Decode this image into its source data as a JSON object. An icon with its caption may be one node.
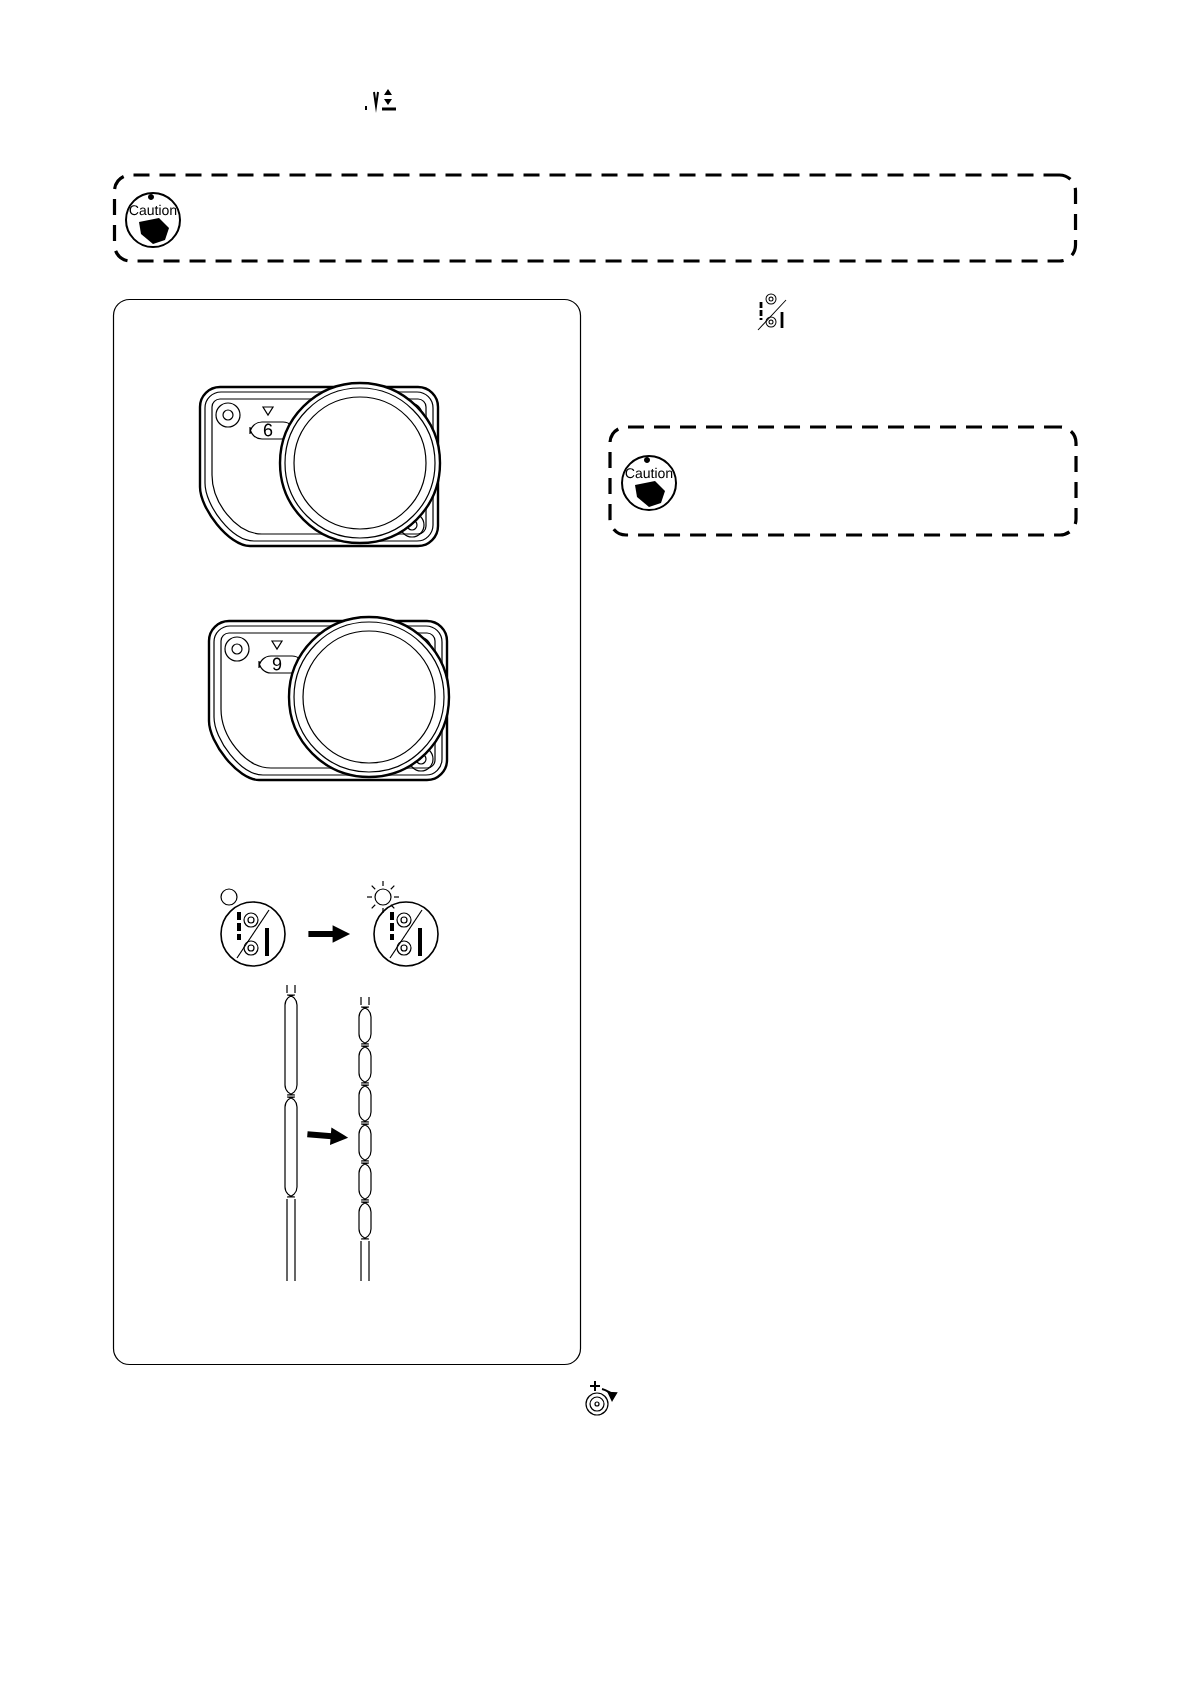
{
  "diagram": {
    "nodes": [
      {
        "text": [
          "Caution"
        ]
      },
      {
        "text": [
          "Caution"
        ]
      },
      {
        "text": [],
        "shape": "box"
      },
      {
        "text": [],
        "shape": "circle",
        "in": 2
      },
      {
        "text": [],
        "shape": "circle",
        "in": 2
      },
      {
        "text": [],
        "shape": "picture",
        "in": 2
      },
      {
        "text": [],
        "shape": "picture",
        "in": 2
      }
    ],
    "edges": [
      {
        "from": 3,
        "to": 4,
        "arrow": "to"
      },
      {
        "from": 5,
        "to": 6,
        "arrow": "to"
      }
    ],
    "labels": [
      "6",
      "9"
    ]
  }
}
